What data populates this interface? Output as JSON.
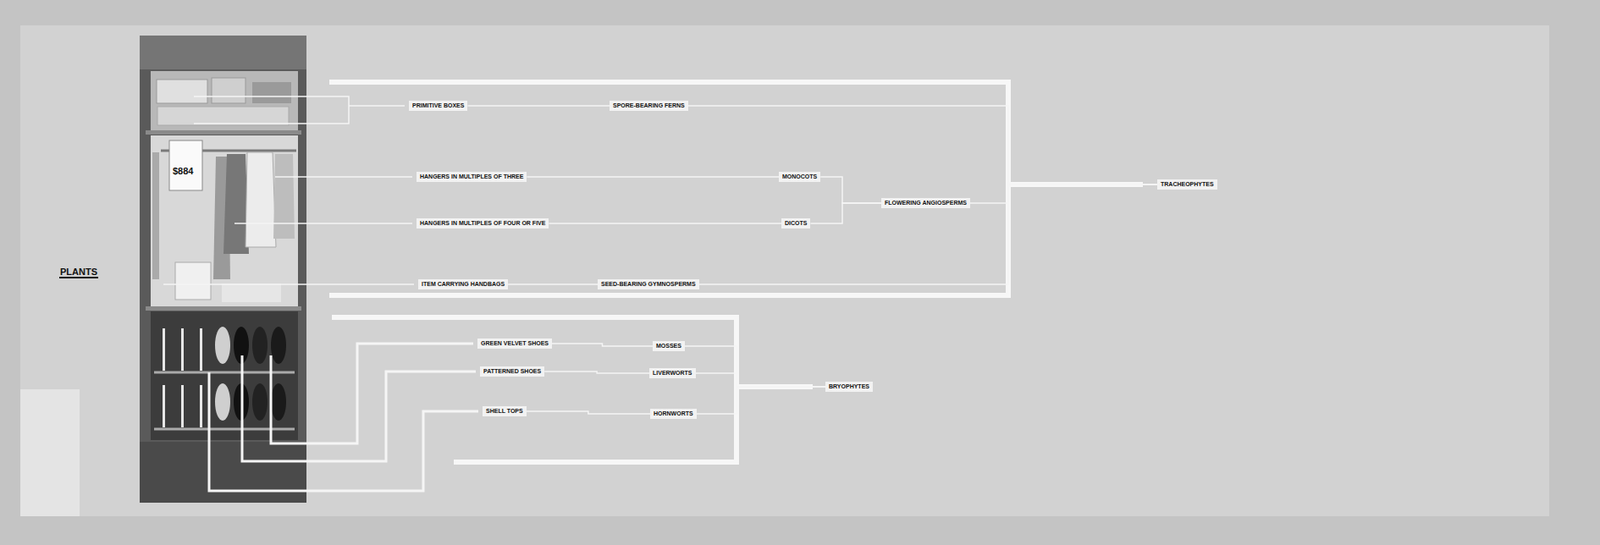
{
  "diagram": {
    "title": "PLANTS",
    "nodes": [
      {
        "text": [
          "PRIMITIVE BOXES"
        ]
      },
      {
        "text": [
          "SPORE-BEARING FERNS"
        ]
      },
      {
        "text": [
          "HANGERS IN MULTIPLES OF THREE"
        ]
      },
      {
        "text": [
          "MONOCOTS"
        ]
      },
      {
        "text": [
          "HANGERS IN MULTIPLES OF FOUR OR FIVE"
        ]
      },
      {
        "text": [
          "DICOTS"
        ]
      },
      {
        "text": [
          "FLOWERING ANGIOSPERMS"
        ]
      },
      {
        "text": [
          "TRACHEOPHYTES"
        ]
      },
      {
        "text": [
          "ITEM CARRYING HANDBAGS"
        ]
      },
      {
        "text": [
          "SEED-BEARING GYMNOSPERMS"
        ]
      },
      {
        "text": [
          "GREEN VELVET SHOES"
        ]
      },
      {
        "text": [
          "MOSSES"
        ]
      },
      {
        "text": [
          "PATTERNED SHOES"
        ]
      },
      {
        "text": [
          "LIVERWORTS"
        ]
      },
      {
        "text": [
          "SHELL TOPS"
        ]
      },
      {
        "text": [
          "HORNWORTS"
        ]
      },
      {
        "text": [
          "BRYOPHYTES"
        ]
      }
    ],
    "edges": [
      {
        "from": 0,
        "to": 1,
        "arrow": "none"
      },
      {
        "from": 2,
        "to": 3,
        "arrow": "none"
      },
      {
        "from": 4,
        "to": 5,
        "arrow": "none"
      },
      {
        "from": 3,
        "to": 6,
        "arrow": "none"
      },
      {
        "from": 5,
        "to": 6,
        "arrow": "none"
      },
      {
        "from": 1,
        "to": 7,
        "arrow": "none"
      },
      {
        "from": 6,
        "to": 7,
        "arrow": "none"
      },
      {
        "from": 9,
        "to": 7,
        "arrow": "none"
      },
      {
        "from": 8,
        "to": 9,
        "arrow": "none"
      },
      {
        "from": 10,
        "to": 11,
        "arrow": "none"
      },
      {
        "from": 12,
        "to": 13,
        "arrow": "none"
      },
      {
        "from": 14,
        "to": 15,
        "arrow": "none"
      },
      {
        "from": 11,
        "to": 16,
        "arrow": "none"
      },
      {
        "from": 13,
        "to": 16,
        "arrow": "none"
      },
      {
        "from": 15,
        "to": 16,
        "arrow": "none"
      }
    ],
    "labels": [
      "$884"
    ]
  }
}
